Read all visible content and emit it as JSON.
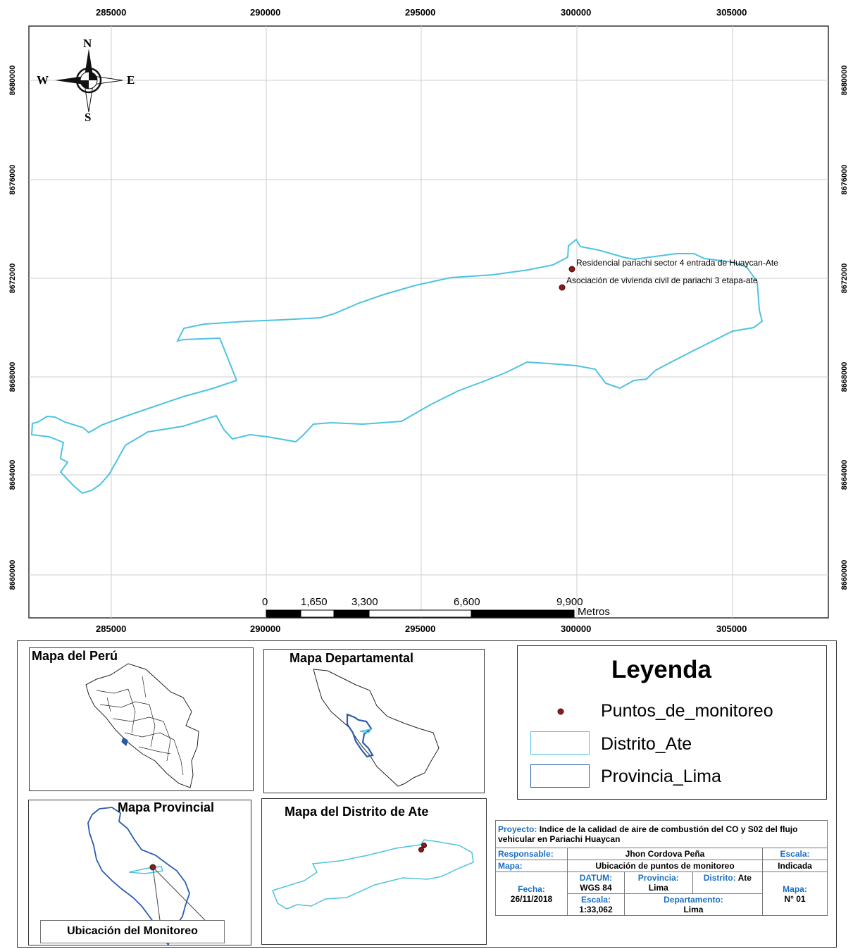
{
  "map": {
    "x_ticks": [
      "285000",
      "290000",
      "295000",
      "300000",
      "305000"
    ],
    "y_ticks": [
      "8680000",
      "8676000",
      "8672000",
      "8668000",
      "8664000",
      "8660000"
    ],
    "compass": {
      "n": "N",
      "s": "S",
      "e": "E",
      "w": "W"
    },
    "points": [
      {
        "label": "Residencial pariachi sector 4 entrada de Huaycan-Ate"
      },
      {
        "label": "Asociación de vivienda civil de pariachi 3 etapa-ate"
      }
    ],
    "scale_bar": {
      "labels": [
        "0",
        "1,650",
        "3,300",
        "6,600",
        "9,900"
      ],
      "unit": "Metros"
    },
    "colors": {
      "district": "#4ec3e0",
      "province": "#2a5db0",
      "point": "#8b1a1a",
      "grid": "#cfcfcf"
    }
  },
  "insets": {
    "peru": {
      "title": "Mapa del Perú"
    },
    "departamental": {
      "title": "Mapa Departamental"
    },
    "provincial": {
      "title": "Mapa Provincial",
      "callout": "Ubicación del Monitoreo"
    },
    "distrito": {
      "title": "Mapa del Distrito de Ate"
    }
  },
  "legend": {
    "title": "Leyenda",
    "items": [
      {
        "label": "Puntos_de_monitoreo",
        "symbol": "point-icon"
      },
      {
        "label": "Distrito_Ate",
        "symbol": "district-swatch"
      },
      {
        "label": "Provincia_Lima",
        "symbol": "province-swatch"
      }
    ]
  },
  "info": {
    "proyecto_label": "Proyecto:",
    "proyecto_value": "Indice de la calidad de aire de combustión del CO y S02 del flujo vehicular en Pariachi Huaycan",
    "responsable_label": "Responsable:",
    "responsable_value": "Jhon Cordova Peña",
    "escala_label": "Escala:",
    "escala_value": "Indicada",
    "mapa_label": "Mapa:",
    "mapa_value": "Ubicación de puntos de monitoreo",
    "fecha_label": "Fecha:",
    "fecha_value": "26/11/2018",
    "datum_label": "DATUM:",
    "datum_value": "WGS 84",
    "provincia_label": "Provincia:",
    "provincia_value": "Lima",
    "distrito_label": "Distrito:",
    "distrito_value": "Ate",
    "mapa_num_label": "Mapa:",
    "mapa_num_value": "N° 01",
    "escala2_label": "Escala:",
    "escala2_value": "1:33,062",
    "departamento_label": "Departamento:",
    "departamento_value": "Lima"
  }
}
